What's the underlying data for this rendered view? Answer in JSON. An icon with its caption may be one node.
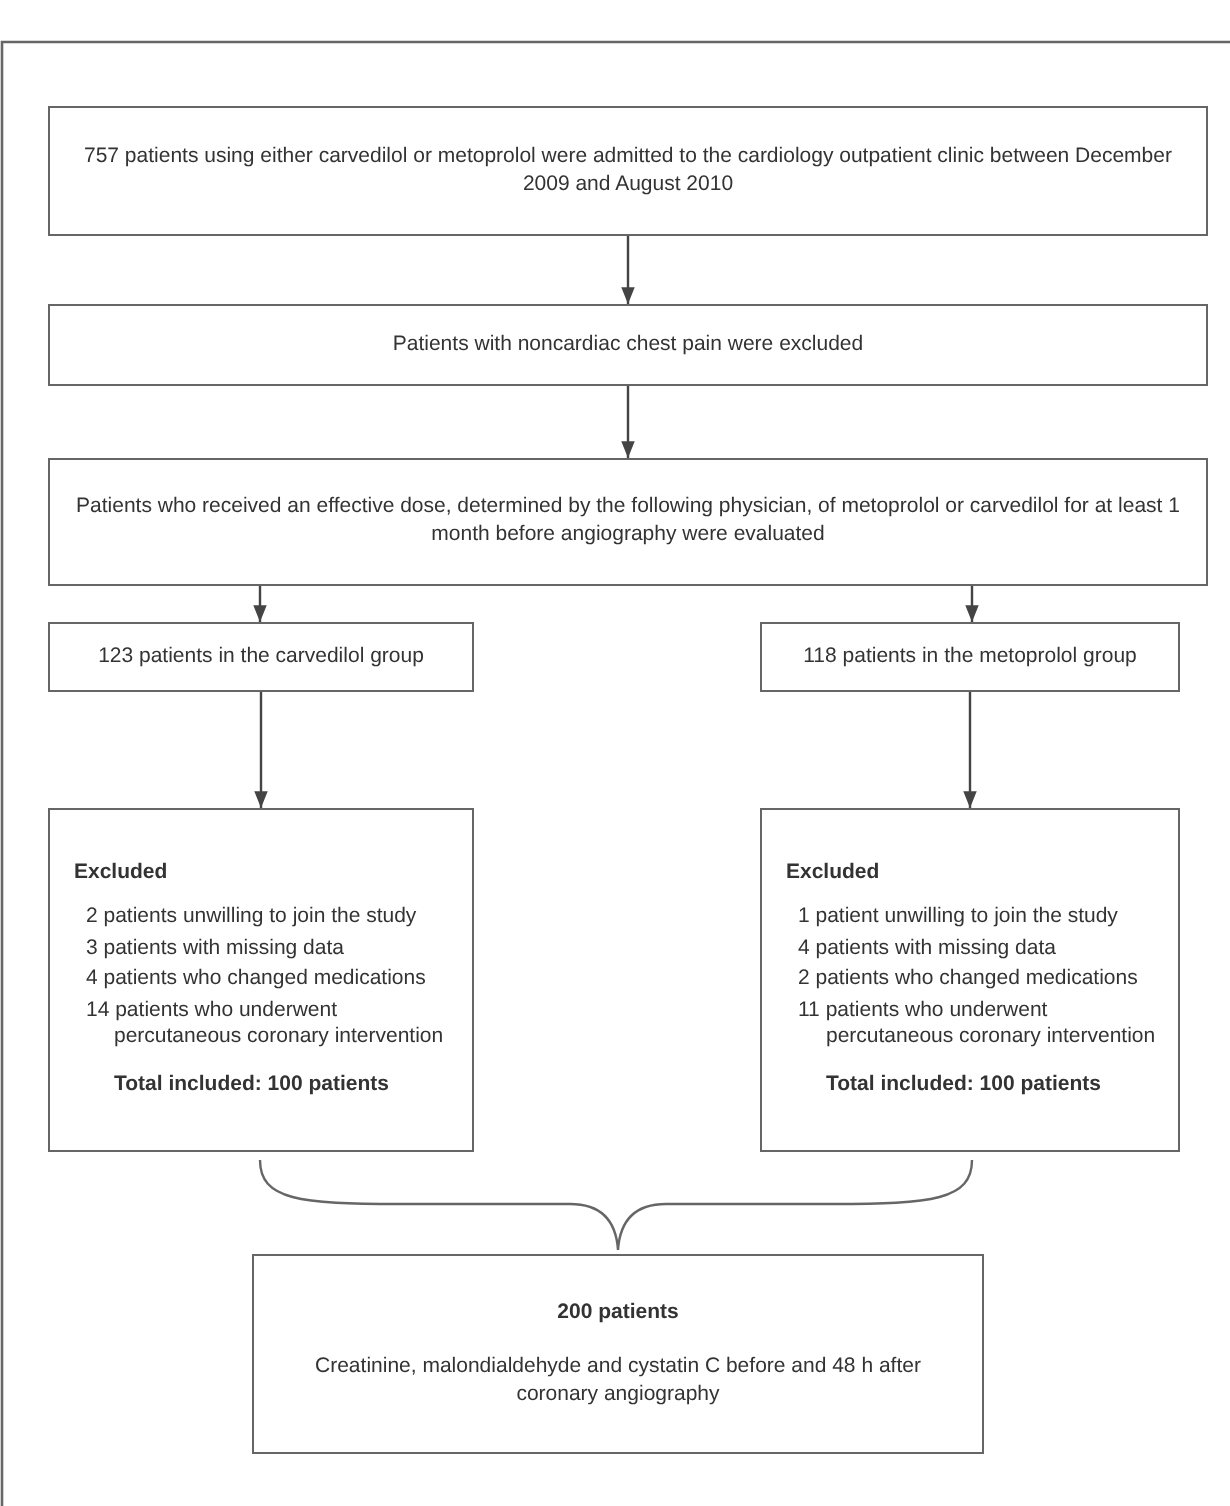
{
  "diagram": {
    "nodes": [
      {
        "text": [
          "757 patients using either carvedilol or metoprolol were admitted to the cardiology outpatient clinic between December 2009 and August 2010"
        ]
      },
      {
        "text": [
          "Patients with noncardiac chest pain were excluded"
        ]
      },
      {
        "text": [
          "Patients who received an effective dose, determined by the following physician, of metoprolol or carvedilol for at least 1 month before angiography were evaluated"
        ]
      },
      {
        "text": [
          "123 patients in the carvedilol group"
        ]
      },
      {
        "text": [
          "118 patients in the metoprolol group"
        ]
      },
      {
        "text": [
          "Excluded",
          "2 patients unwilling to join the study",
          "3 patients with missing data",
          "4 patients who changed medications",
          "14 patients who underwent percutaneous coronary intervention",
          "Total included: 100 patients"
        ]
      },
      {
        "text": [
          "Excluded",
          "1 patient unwilling to join the study",
          "4 patients with missing data",
          "2 patients who changed medications",
          "11 patients who underwent percutaneous coronary intervention",
          "Total included: 100 patients"
        ]
      },
      {
        "text": [
          "200 patients",
          "Creatinine, malondialdehyde and cystatin C before and 48 h after coronary angiography"
        ]
      }
    ],
    "edges": [
      {
        "from": 0,
        "to": 1,
        "arrow": "to"
      },
      {
        "from": 1,
        "to": 2,
        "arrow": "to"
      },
      {
        "from": 2,
        "to": 3,
        "arrow": "to"
      },
      {
        "from": 2,
        "to": 4,
        "arrow": "to"
      },
      {
        "from": 3,
        "to": 5,
        "arrow": "to"
      },
      {
        "from": 4,
        "to": 6,
        "arrow": "to"
      }
    ]
  }
}
